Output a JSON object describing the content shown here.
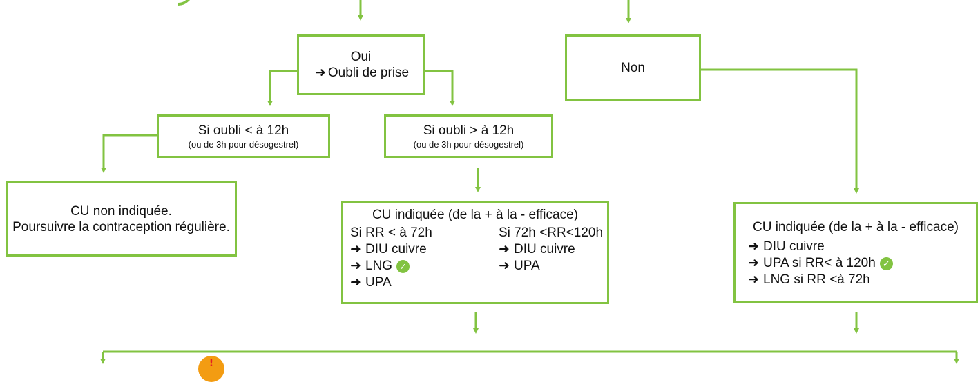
{
  "colors": {
    "accent": "#82c341",
    "warning": "#f39c12",
    "warning_mark": "#e31e24"
  },
  "icons": {
    "arrow": "arrow-right-icon",
    "check": "check-circle-icon",
    "warning": "warning-icon"
  },
  "nodes": {
    "oui": {
      "line1": "Oui",
      "line2": "Oubli de prise"
    },
    "non": {
      "label": "Non"
    },
    "oubli_moins": {
      "title": "Si oubli < à 12h",
      "note": "(ou de 3h pour désogestrel)"
    },
    "oubli_plus": {
      "title": "Si oubli > à 12h",
      "note": "(ou de 3h pour désogestrel)"
    },
    "cu_non": {
      "line1": "CU non indiquée.",
      "line2": "Poursuivre la contraception régulière."
    },
    "cu_oui_mid": {
      "title": "CU indiquée (de la + à la - efficace)",
      "left_header": "Si RR < à 72h",
      "left_items": [
        "DIU cuivre",
        "LNG",
        "UPA"
      ],
      "right_header": "Si 72h <RR<120h",
      "right_items": [
        "DIU cuivre",
        "UPA"
      ]
    },
    "cu_oui_right": {
      "title": "CU indiquée (de la + à la - efficace)",
      "items": [
        "DIU cuivre",
        "UPA si RR< à 120h",
        "LNG si RR <à 72h"
      ]
    }
  }
}
